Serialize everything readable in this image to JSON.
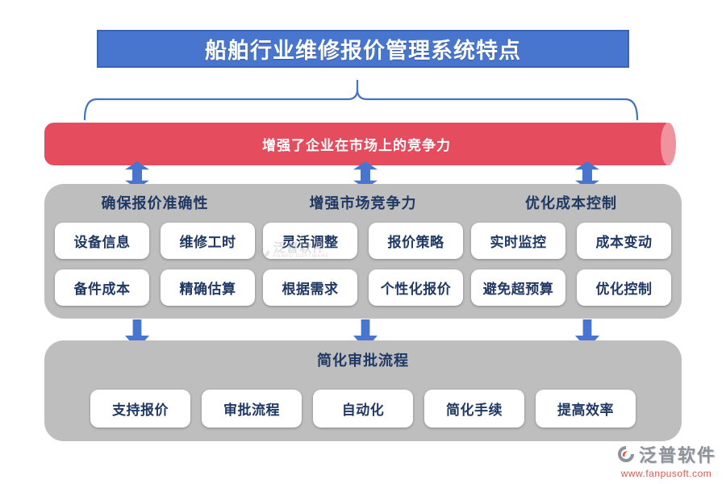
{
  "title": "船舶行业维修报价管理系统特点",
  "banner": {
    "label": "增强了企业在市场上的竞争力"
  },
  "groups": [
    {
      "header": "确保报价准确性",
      "items": [
        "设备信息",
        "维修工时",
        "备件成本",
        "精确估算"
      ]
    },
    {
      "header": "增强市场竞争力",
      "items": [
        "灵活调整",
        "报价策略",
        "根据需求",
        "个性化报价"
      ]
    },
    {
      "header": "优化成本控制",
      "items": [
        "实时监控",
        "成本变动",
        "避免超预算",
        "优化控制"
      ]
    }
  ],
  "bottom": {
    "header": "简化审批流程",
    "items": [
      "支持报价",
      "审批流程",
      "自动化",
      "简化手续",
      "提高效率"
    ]
  },
  "watermark": {
    "text": "泛普软件",
    "subtext": "FANPU SOFTWARE"
  },
  "logo": {
    "text": "泛普软件",
    "url": "www.fanpusoft.com"
  },
  "colors": {
    "blue": "#4876CE",
    "line-blue": "#4472C4",
    "red": "#E54C5E",
    "pink": "#F0939F",
    "panel-gray": "#BEBEBE",
    "navy": "#1F3864",
    "logo-gray": "#8D939B",
    "logo-red": "#E2574C"
  }
}
